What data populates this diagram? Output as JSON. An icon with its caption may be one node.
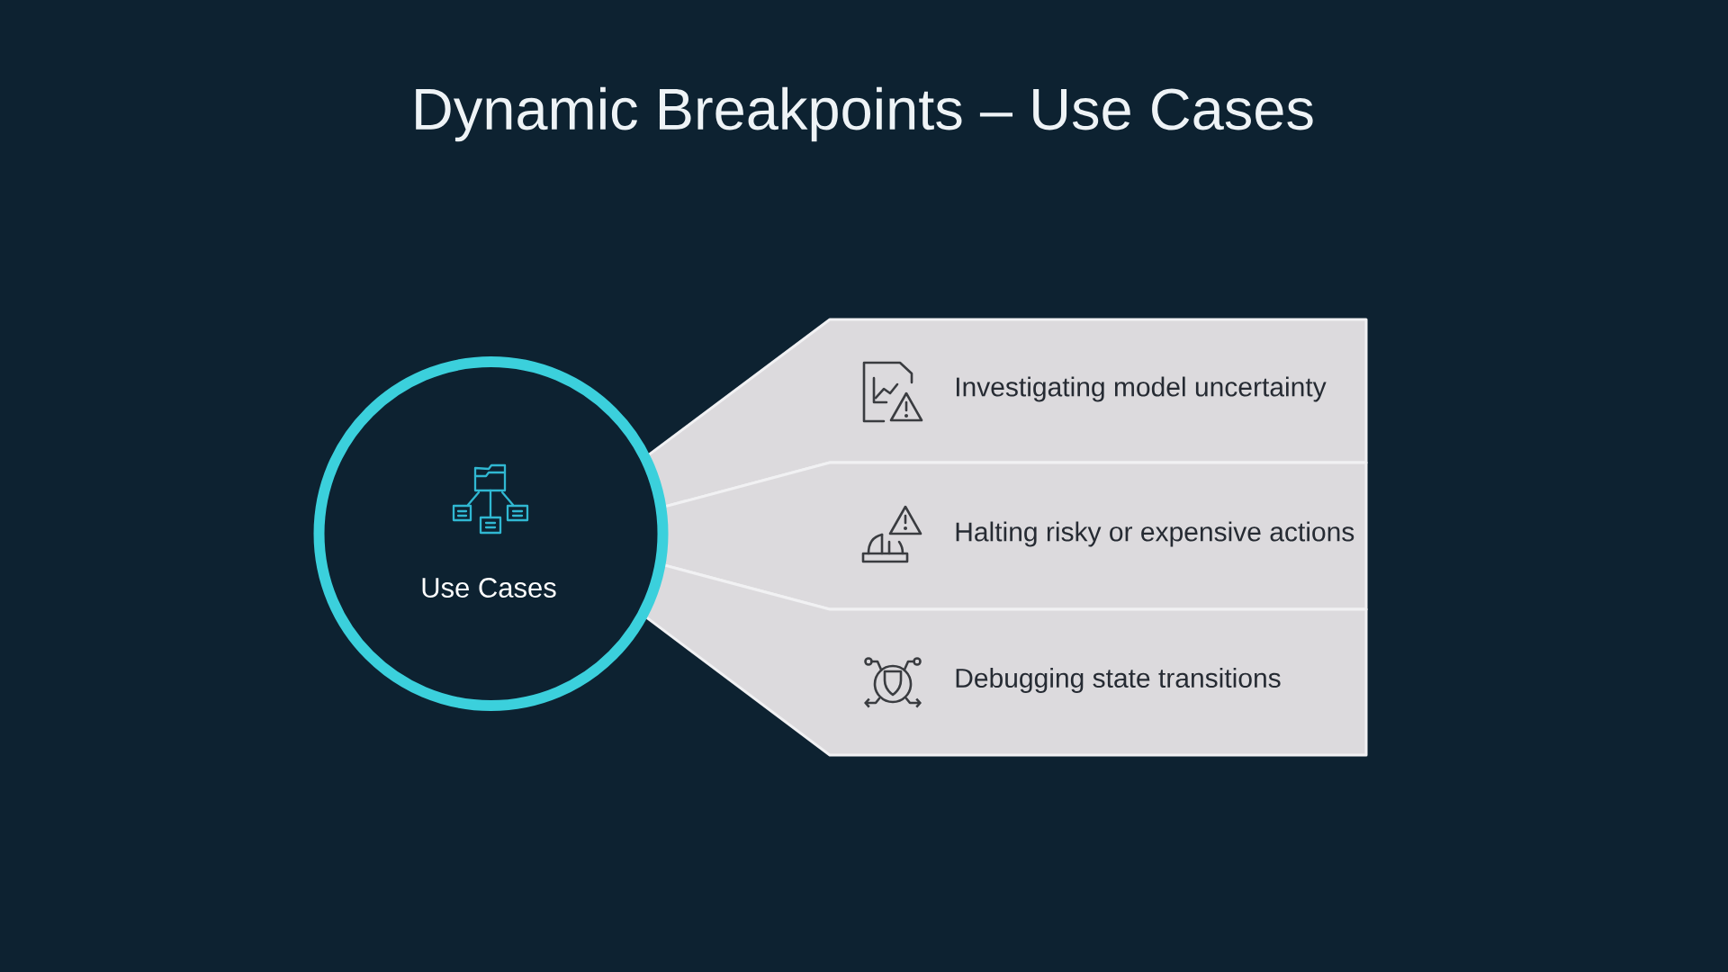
{
  "diagram": {
    "title": "Dynamic Breakpoints – Use Cases",
    "nodes": [
      {
        "text": [
          "Use Cases"
        ]
      },
      {
        "text": [
          "Investigating model uncertainty"
        ]
      },
      {
        "text": [
          "Halting risky or expensive actions"
        ]
      },
      {
        "text": [
          "Debugging state transitions"
        ]
      }
    ]
  }
}
